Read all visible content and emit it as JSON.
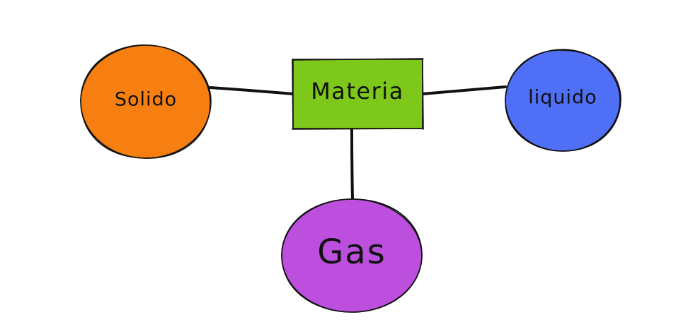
{
  "diagram": {
    "center": {
      "label": "Materia",
      "color": "#7ec81c"
    },
    "nodes": [
      {
        "id": "solid",
        "label": "Solido",
        "color": "#f77f12"
      },
      {
        "id": "liquid",
        "label": "liquido",
        "color": "#4f6ff6"
      },
      {
        "id": "gas",
        "label": "Gas",
        "color": "#bd4fdf"
      }
    ]
  }
}
